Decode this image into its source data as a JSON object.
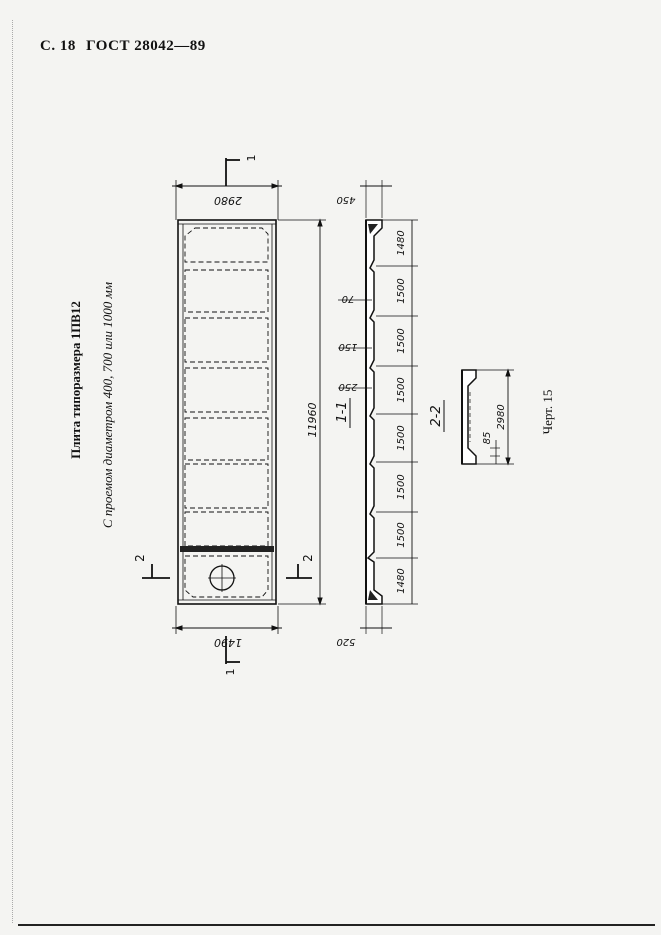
{
  "header": {
    "page": "С. 18",
    "standard": "ГОСТ 28042—89"
  },
  "title": "Плита типоразмера 1ПВ12",
  "subtitle": "С проемом диаметром 400, 700 или 1000 мм",
  "caption": "Черт. 15",
  "section_marks": {
    "cut_1": "1",
    "cut_2": "2",
    "section_1_1": "1-1",
    "section_2_2": "2-2"
  },
  "dims": {
    "plan_width_top": "2980",
    "plan_width_bottom": "1490",
    "plan_length": "11960",
    "sec_top": "450",
    "sec_bottom": "520",
    "sec_step_1": "70",
    "sec_step_2": "150",
    "sec_step_3": "250",
    "ribs": [
      "1480",
      "1500",
      "1500",
      "1500",
      "1500",
      "1500",
      "1500",
      "1480"
    ],
    "cross_width": "2980",
    "cross_depth": "85"
  }
}
